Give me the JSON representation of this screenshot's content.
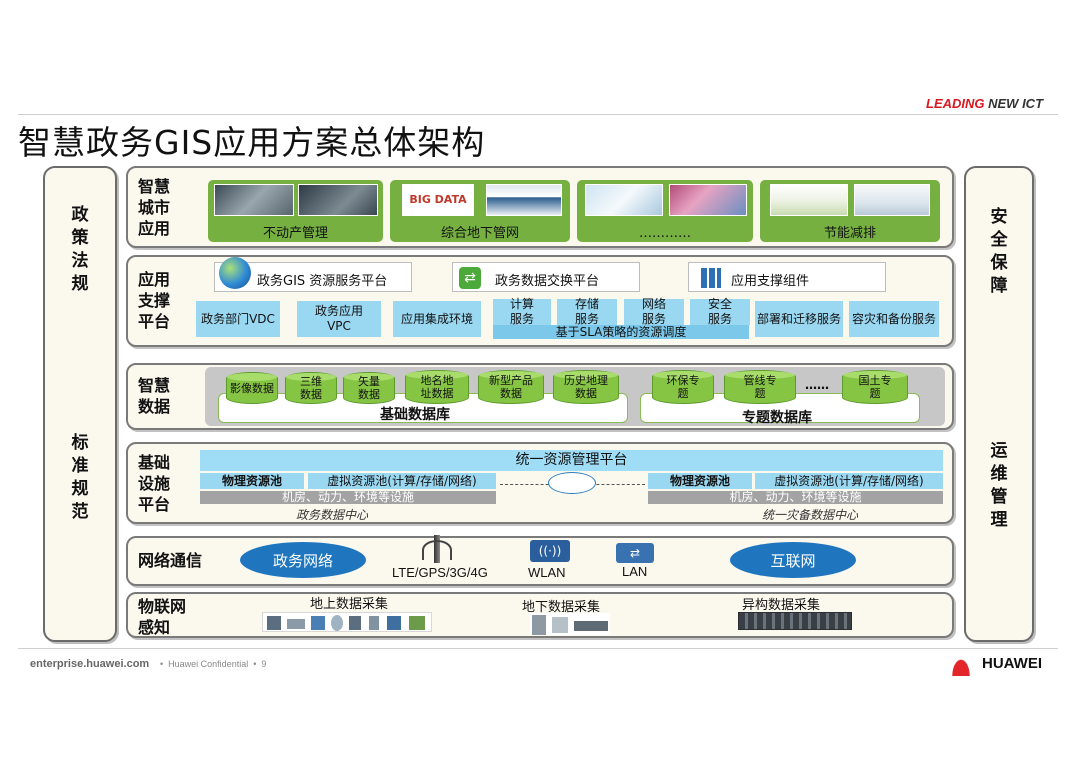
{
  "header": {
    "tagline_part1": "LEADING",
    "tagline_part2": "NEW ICT",
    "title": "智慧政务GIS应用方案总体架构"
  },
  "left_column": {
    "top": "政策法规",
    "bottom": "标准规范"
  },
  "right_column": {
    "top": "安全保障",
    "bottom": "运维管理"
  },
  "layers": {
    "smart_city": {
      "title": "智慧城市应用",
      "apps": [
        "不动产管理",
        "综合地下管网",
        "…………",
        "节能减排"
      ],
      "big_data_text": "BIG DATA"
    },
    "app_support": {
      "title": "应用支撑平台",
      "platforms": [
        "政务GIS 资源服务平台",
        "政务数据交换平台",
        "应用支撑组件"
      ],
      "services": [
        "政务部门VDC",
        "政务应用VPC",
        "应用集成环境",
        "计算服务",
        "存储服务",
        "网络服务",
        "安全服务",
        "部署和迁移服务",
        "容灾和备份服务"
      ],
      "sla": "基于SLA策略的资源调度"
    },
    "smart_data": {
      "title": "智慧数据",
      "basic": [
        "影像数据",
        "三维数据",
        "矢量数据",
        "地名地址数据",
        "新型产品数据",
        "历史地理数据"
      ],
      "basic_label": "基础数据库",
      "thematic": [
        "环保专题",
        "管线专题",
        "国土专题"
      ],
      "ellipsis": "……",
      "thematic_label": "专题数据库"
    },
    "infrastructure": {
      "title": "基础设施平台",
      "unified": "统一资源管理平台",
      "physical_pool": "物理资源池",
      "virtual_pool": "虚拟资源池(计算/存储/网络)",
      "facilities": "机房、动力、环境等设施",
      "dc_left": "政务数据中心",
      "dc_right": "统一灾备数据中心"
    },
    "network": {
      "title": "网络通信",
      "gov_net": "政务网络",
      "mobile": "LTE/GPS/3G/4G",
      "wlan": "WLAN",
      "lan": "LAN",
      "internet": "互联网"
    },
    "iot": {
      "title": "物联网感知",
      "ground": "地上数据采集",
      "underground": "地下数据采集",
      "hetero": "异构数据采集"
    }
  },
  "footer": {
    "url": "enterprise.huawei.com",
    "confidential": "Huawei Confidential",
    "page": "9",
    "logo": "HUAWEI"
  },
  "colors": {
    "brand_red": "#d71920",
    "app_green": "#76b041",
    "data_green": "#86c444",
    "service_cyan": "#9ad8f2",
    "cloud_blue": "#1f76bf",
    "panel_bg": "#fbf8ee"
  }
}
